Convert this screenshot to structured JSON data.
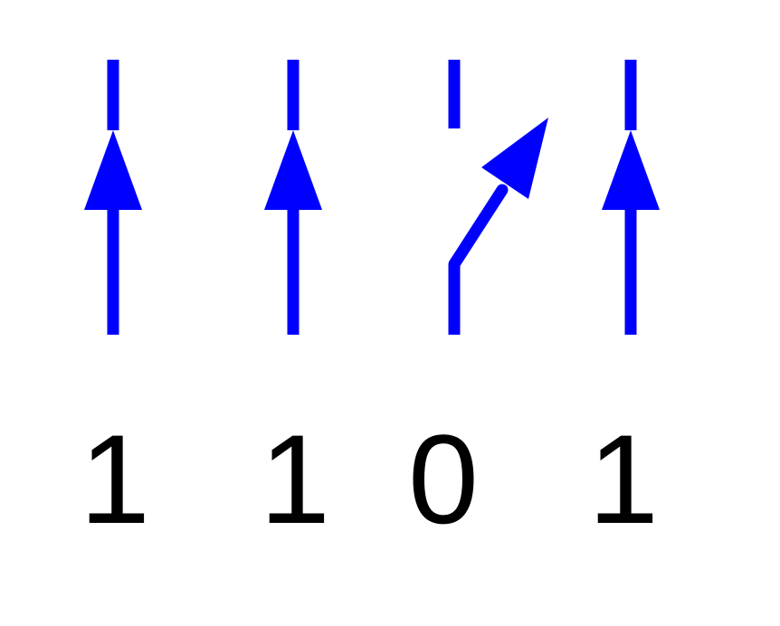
{
  "colors": {
    "switch": "#0000ff",
    "label": "#000000",
    "background": "#ffffff"
  },
  "switches": [
    {
      "state": "closed",
      "label": "1"
    },
    {
      "state": "closed",
      "label": "1"
    },
    {
      "state": "open",
      "label": "0"
    },
    {
      "state": "closed",
      "label": "1"
    }
  ]
}
